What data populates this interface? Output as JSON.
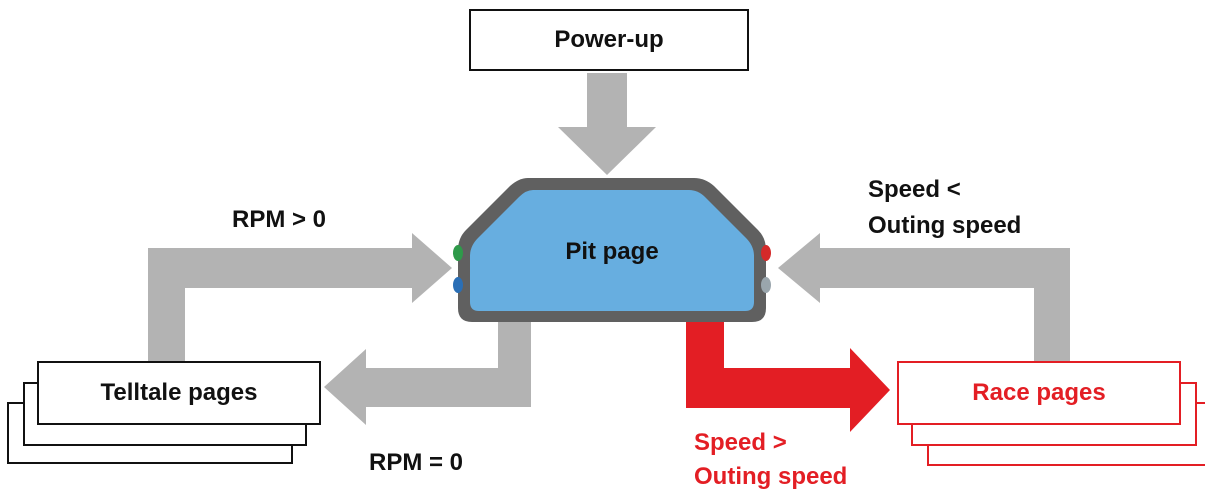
{
  "nodes": {
    "power_up": "Power-up",
    "pit_page": "Pit page",
    "telltale_pages": "Telltale pages",
    "race_pages": "Race pages"
  },
  "edges": {
    "rpm_gt_0": "RPM > 0",
    "rpm_eq_0": "RPM = 0",
    "speed_lt_line1": "Speed <",
    "speed_lt_line2": "Outing speed",
    "speed_gt_line1": "Speed >",
    "speed_gt_line2": "Outing speed"
  },
  "colors": {
    "arrow_gray": "#b3b3b3",
    "arrow_red": "#e31e24",
    "pit_fill": "#67aee0",
    "pit_border": "#606060",
    "led_green": "#2e9a4a",
    "led_blue": "#2a6fb6",
    "led_red": "#d42a2a",
    "led_gray": "#9aa6ad"
  }
}
